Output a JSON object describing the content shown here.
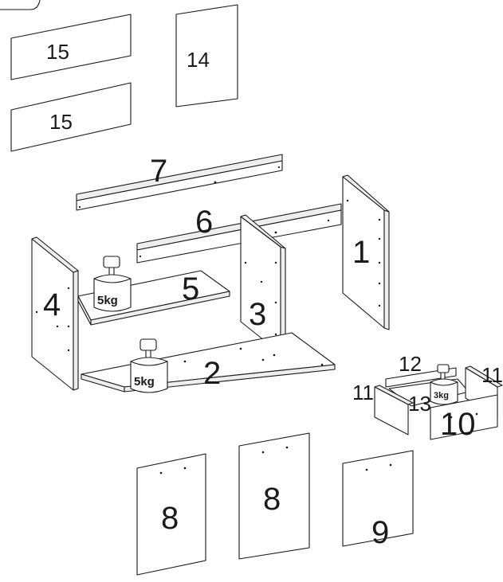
{
  "parts": {
    "p1": "1",
    "p2": "2",
    "p3": "3",
    "p4": "4",
    "p5": "5",
    "p6": "6",
    "p7": "7",
    "p8a": "8",
    "p8b": "8",
    "p9": "9",
    "p10": "10",
    "p11a": "11",
    "p11b": "11",
    "p12": "12",
    "p13": "13",
    "p14": "14",
    "p15a": "15",
    "p15b": "15"
  },
  "weights": {
    "shelf": "5kg",
    "bottom": "5kg",
    "drawer": "3kg"
  }
}
